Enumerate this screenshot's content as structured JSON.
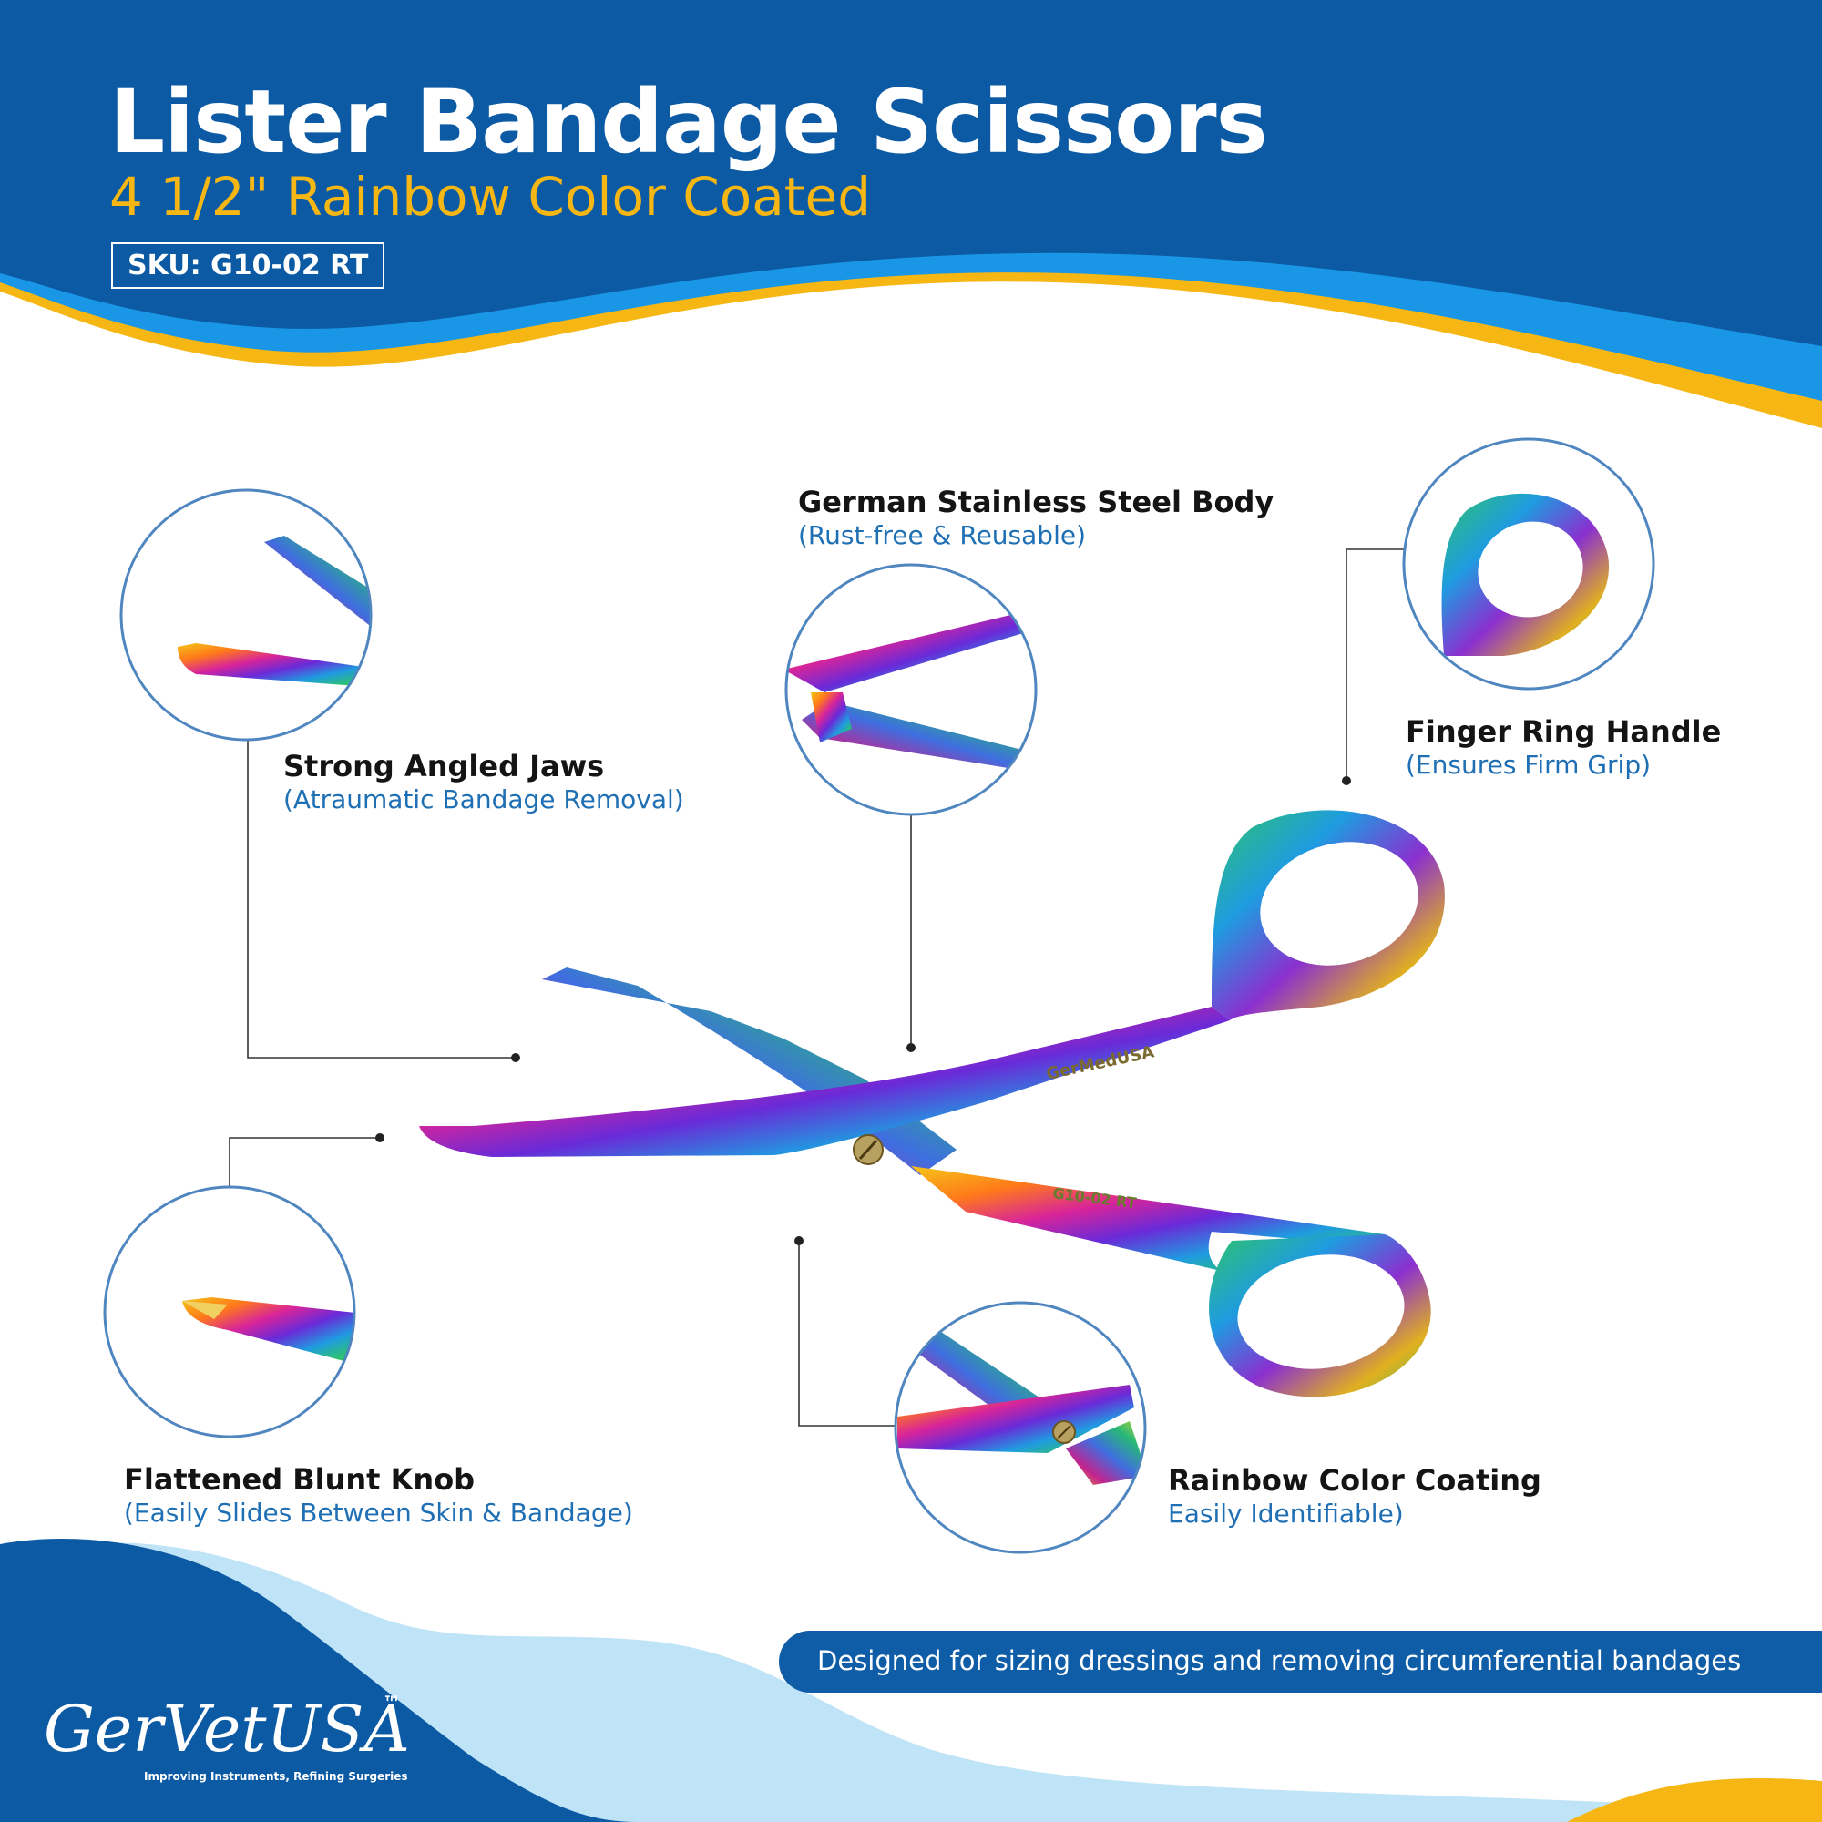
{
  "header": {
    "title": "Lister Bandage Scissors",
    "subtitle": "4 1/2\" Rainbow Color Coated",
    "sku": "SKU: G10-02 RT"
  },
  "features": [
    {
      "title": "Strong Angled Jaws",
      "subtitle": "(Atraumatic Bandage Removal)"
    },
    {
      "title": "German Stainless Steel Body",
      "subtitle": "(Rust-free & Reusable)"
    },
    {
      "title": "Finger Ring Handle",
      "subtitle": "(Ensures Firm Grip)"
    },
    {
      "title": "Flattened Blunt Knob",
      "subtitle": "(Easily Slides Between Skin & Bandage)"
    },
    {
      "title": "Rainbow Color Coating",
      "subtitle": "Easily Identifiable)"
    }
  ],
  "product": {
    "engraving_brand": "GerMedUSA",
    "engraving_sku": "G10-02 RT"
  },
  "banner": {
    "text": "Designed for sizing dressings and removing circumferential bandages"
  },
  "logo": {
    "name": "GerVetUSA",
    "trademark": "™",
    "tagline": "Improving Instruments, Refining Surgeries"
  },
  "colors": {
    "navy": "#0b5aa3",
    "sky_blue": "#1a96e6",
    "gold": "#f6b614",
    "light_blue": "#bfe3f7",
    "circle_outline": "#4f86c0",
    "feature_subtitle": "#1f6fb5"
  }
}
